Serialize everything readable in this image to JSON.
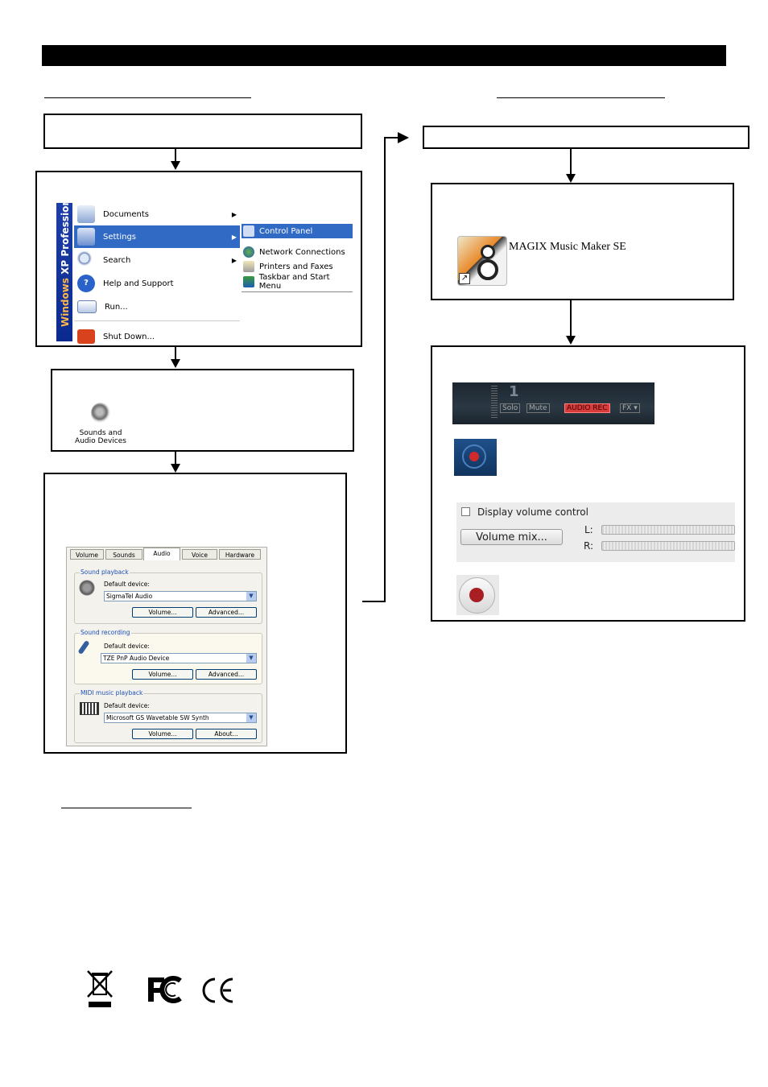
{
  "header_bar": {
    "text": ""
  },
  "left_heading": "",
  "right_heading": "",
  "start_menu": {
    "sidebar_brand": "Windows",
    "sidebar_edition": "XP Professional",
    "items": [
      {
        "label": "Documents",
        "icon": "documents-icon"
      },
      {
        "label": "Settings",
        "icon": "settings-icon"
      },
      {
        "label": "Search",
        "icon": "search-icon"
      },
      {
        "label": "Help and Support",
        "icon": "help-icon"
      },
      {
        "label": "Run...",
        "icon": "run-icon"
      },
      {
        "label": "Shut Down...",
        "icon": "shutdown-icon"
      }
    ],
    "submenu": [
      {
        "label": "Control Panel",
        "icon": "control-panel-icon"
      },
      {
        "label": "Network Connections",
        "icon": "network-icon"
      },
      {
        "label": "Printers and Faxes",
        "icon": "printer-icon"
      },
      {
        "label": "Taskbar and Start Menu",
        "icon": "taskbar-icon"
      }
    ]
  },
  "control_panel_icon": {
    "label_line1": "Sounds and",
    "label_line2": "Audio Devices"
  },
  "sound_dialog": {
    "tabs": [
      "Volume",
      "Sounds",
      "Audio",
      "Voice",
      "Hardware"
    ],
    "active_tab": "Audio",
    "playback": {
      "title": "Sound playback",
      "default_label": "Default device:",
      "device": "SigmaTel Audio",
      "btn1": "Volume...",
      "btn2": "Advanced..."
    },
    "recording": {
      "title": "Sound recording",
      "default_label": "Default device:",
      "device": "TZE PnP Audio Device",
      "btn1": "Volume...",
      "btn2": "Advanced..."
    },
    "midi": {
      "title": "MIDI music playback",
      "default_label": "Default device:",
      "device": "Microsoft GS Wavetable SW Synth",
      "btn1": "Volume...",
      "btn2": "About..."
    }
  },
  "magix": {
    "shortcut_label": "MAGIX Music Maker SE"
  },
  "track": {
    "number": "1",
    "solo": "Solo",
    "mute": "Mute",
    "audio_rec": "AUDIO REC",
    "fx": "FX"
  },
  "volume_panel": {
    "checkbox_label": "Display volume control",
    "button": "Volume mix...",
    "left": "L:",
    "right": "R:"
  },
  "footer_heading": ""
}
